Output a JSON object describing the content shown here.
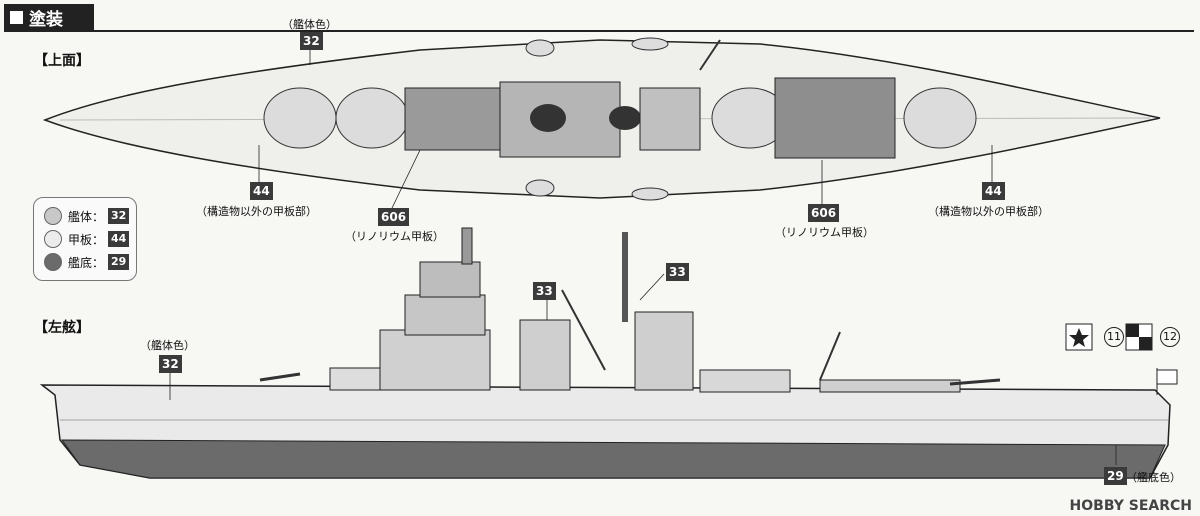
{
  "header": {
    "title": "塗装"
  },
  "sections": {
    "top_view": "【上面】",
    "side_view": "【左舷】"
  },
  "callouts": {
    "hull_color_top": "（艦体色）",
    "hull_color_side": "（艦体色）",
    "deck_other_left": "（構造物以外の甲板部）",
    "deck_other_right": "（構造物以外の甲板部）",
    "linoleum_left": "（リノリウム甲板）",
    "linoleum_right": "（リノリウム甲板）",
    "bottom_color": "（艦底色）"
  },
  "badges": {
    "hull_top": "32",
    "deck_left": "44",
    "deck_right": "44",
    "lino_left": "606",
    "lino_right": "606",
    "side_33_left": "33",
    "side_33_right": "33",
    "hull_side": "32",
    "bottom": "29"
  },
  "legend": [
    {
      "label": "艦体",
      "code": "32",
      "color": "#c8c8c8"
    },
    {
      "label": "甲板",
      "code": "44",
      "color": "#ececec"
    },
    {
      "label": "艦底",
      "code": "29",
      "color": "#6b6b6b"
    }
  ],
  "flags": {
    "n11": "11",
    "n12": "12"
  },
  "watermark": "HOBBY SEARCH"
}
